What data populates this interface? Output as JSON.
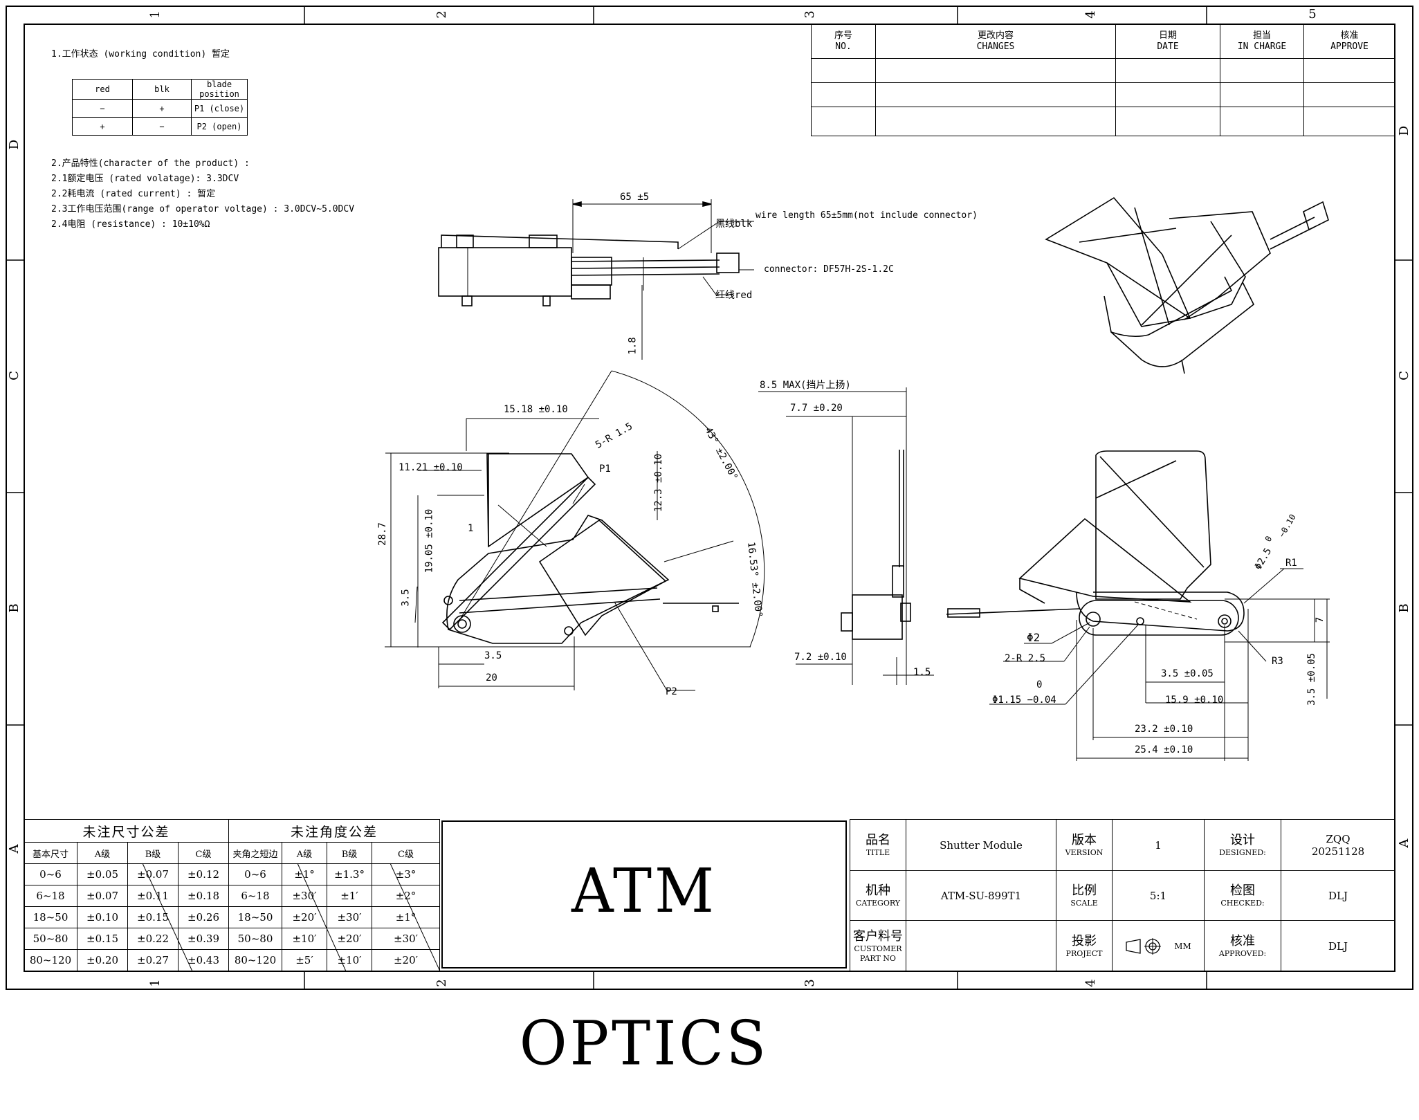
{
  "zones": {
    "columns": [
      "1",
      "2",
      "3",
      "4",
      "5"
    ],
    "rows": [
      "D",
      "C",
      "B",
      "A"
    ]
  },
  "notes": {
    "working_condition_title": "1.工作状态 (working condition) 暂定",
    "condition_table": {
      "headers": [
        "red",
        "blk",
        "blade position"
      ],
      "rows": [
        [
          "−",
          "+",
          "P1 (close)"
        ],
        [
          "+",
          "−",
          "P2 (open)"
        ]
      ]
    },
    "characteristics": [
      "2.产品特性(character of the product) :",
      "2.1额定电压 (rated volatage): 3.3DCV",
      "2.2耗电流 (rated current) : 暂定",
      "2.3工作电压范围(range of operator voltage) : 3.0DCV~5.0DCV",
      "2.4电阻 (resistance) : 10±10%Ω"
    ]
  },
  "revision_table": {
    "headers": [
      {
        "cn": "序号",
        "en": "NO."
      },
      {
        "cn": "更改内容",
        "en": "CHANGES"
      },
      {
        "cn": "日期",
        "en": "DATE"
      },
      {
        "cn": "担当",
        "en": "IN CHARGE"
      },
      {
        "cn": "核准",
        "en": "APPROVE"
      }
    ],
    "blank_rows": 3
  },
  "dimensions": {
    "side_view": {
      "wire_len": "65 ±5",
      "blk_label": "黑线blk",
      "wire_note": "wire length 65±5mm(not include connector)",
      "connector": "connector: DF57H-2S-1.2C",
      "red_label": "红线red",
      "thickness": "1.8"
    },
    "front_view": {
      "w1": "15.18 ±0.10",
      "w2": "11.21 ±0.10",
      "r": "5-R 1.5",
      "h_total": "28.7",
      "h1": "19.05 ±0.10",
      "h2": "3.5",
      "h3": "12.3 ±0.10",
      "angle": "43° ±2.00°",
      "h4": "16.53° ±2.00°",
      "p1": "P1",
      "p2": "P2",
      "bottom1": "3.5",
      "bottom2": "20",
      "one": "1"
    },
    "edge_view": {
      "max": "8.5 MAX(挡片上扬)",
      "w": "7.7 ±0.20",
      "base": "7.2 ±0.10",
      "t": "1.5"
    },
    "back_view": {
      "phi25": "Φ2.5",
      "phi25_tol_top": "0",
      "phi25_tol_bot": "−0.10",
      "r1": "R1",
      "phi2": "Φ2",
      "r25": "2-R 2.5",
      "zero": "0",
      "phi115": "Φ1.15 −0.04",
      "d35": "3.5 ±0.05",
      "r3": "R3",
      "d7": "7",
      "d35v": "3.5 ±0.05",
      "d159": "15.9 ±0.10",
      "d232": "23.2 ±0.10",
      "d254": "25.4 ±0.10"
    }
  },
  "tolerance_tables": {
    "linear_title": "未注尺寸公差",
    "angle_title": "未注角度公差",
    "linear_headers": [
      "基本尺寸",
      "A级",
      "B级",
      "C级"
    ],
    "angle_headers": [
      "夹角之短边",
      "A级",
      "B级",
      "C级"
    ],
    "linear_rows": [
      [
        "0~6",
        "±0.05",
        "±0.07",
        "±0.12"
      ],
      [
        "6~18",
        "±0.07",
        "±0.11",
        "±0.18"
      ],
      [
        "18~50",
        "±0.10",
        "±0.15",
        "±0.26"
      ],
      [
        "50~80",
        "±0.15",
        "±0.22",
        "±0.39"
      ],
      [
        "80~120",
        "±0.20",
        "±0.27",
        "±0.43"
      ]
    ],
    "angle_rows": [
      [
        "0~6",
        "±1°",
        "±1.3°",
        "±3°"
      ],
      [
        "6~18",
        "±30′",
        "±1′",
        "±2°"
      ],
      [
        "18~50",
        "±20′",
        "±30′",
        "±1°"
      ],
      [
        "50~80",
        "±10′",
        "±20′",
        "±30′"
      ],
      [
        "80~120",
        "±5′",
        "±10′",
        "±20′"
      ]
    ]
  },
  "company": "ATM OPTICS",
  "title_block": {
    "title_cn": "品名",
    "title_en": "TITLE",
    "title_val": "Shutter Module",
    "version_cn": "版本",
    "version_en": "VERSION",
    "version_val": "1",
    "designed_cn": "设计",
    "designed_en": "DESIGNED:",
    "designed_val": "ZQQ",
    "designed_date": "20251128",
    "category_cn": "机种",
    "category_en": "CATEGORY",
    "category_val": "ATM-SU-899T1",
    "scale_cn": "比例",
    "scale_en": "SCALE",
    "scale_val": "5:1",
    "checked_cn": "检图",
    "checked_en": "CHECKED:",
    "checked_val": "DLJ",
    "customer_cn": "客户料号",
    "customer_en1": "CUSTOMER",
    "customer_en2": "PART NO",
    "project_cn": "投影",
    "project_en": "PROJECT",
    "unit": "MM",
    "approved_cn": "核准",
    "approved_en": "APPROVED:",
    "approved_val": "DLJ"
  }
}
